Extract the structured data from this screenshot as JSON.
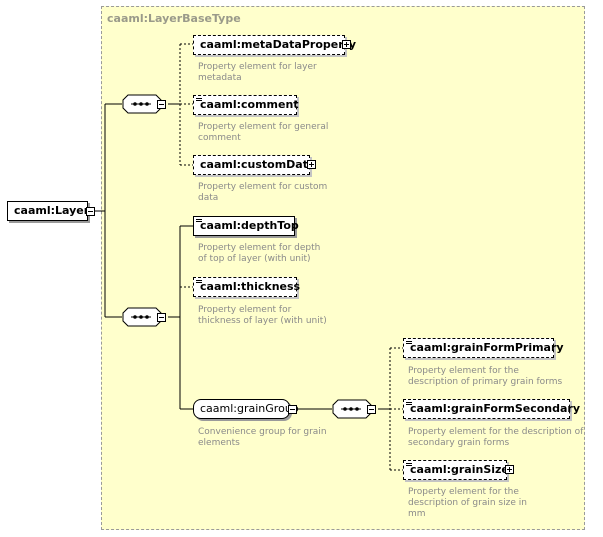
{
  "type_name": "caaml:LayerBaseType",
  "root": {
    "label": "caaml:Layer"
  },
  "group_ref": {
    "label": "caaml:grainGroup",
    "note": [
      "Convenience group for grain",
      "elements"
    ]
  },
  "elements": {
    "metaDataProperty": {
      "label": "caaml:metaDataProperty",
      "note": [
        "Property element for layer",
        "metadata"
      ]
    },
    "comment": {
      "label": "caaml:comment",
      "note": [
        "Property element for general",
        "comment"
      ]
    },
    "customData": {
      "label": "caaml:customData",
      "note": [
        "Property element for custom",
        "data"
      ]
    },
    "depthTop": {
      "label": "caaml:depthTop",
      "note": [
        "Property element for depth",
        "of top of layer (with unit)"
      ]
    },
    "thickness": {
      "label": "caaml:thickness",
      "note": [
        "Property element for",
        "thickness of layer (with unit)"
      ]
    },
    "grainFormPrimary": {
      "label": "caaml:grainFormPrimary",
      "note": [
        "Property element for the",
        "description of primary grain forms"
      ]
    },
    "grainFormSecondary": {
      "label": "caaml:grainFormSecondary",
      "note": [
        "Property element for the description of",
        "secondary grain forms"
      ]
    },
    "grainSize": {
      "label": "caaml:grainSize",
      "note": [
        "Property element for the",
        "description of grain size in",
        "mm"
      ]
    }
  },
  "colors": {
    "type_background": "#ffffcc",
    "type_border": "#9a9a9a",
    "note_text": "#8a8a8a",
    "line": "#000000"
  },
  "icons": {
    "sequence": "sequence-compositor-icon",
    "expand": "plus-icon",
    "collapse": "minus-icon",
    "annotation": "documentation-icon"
  }
}
